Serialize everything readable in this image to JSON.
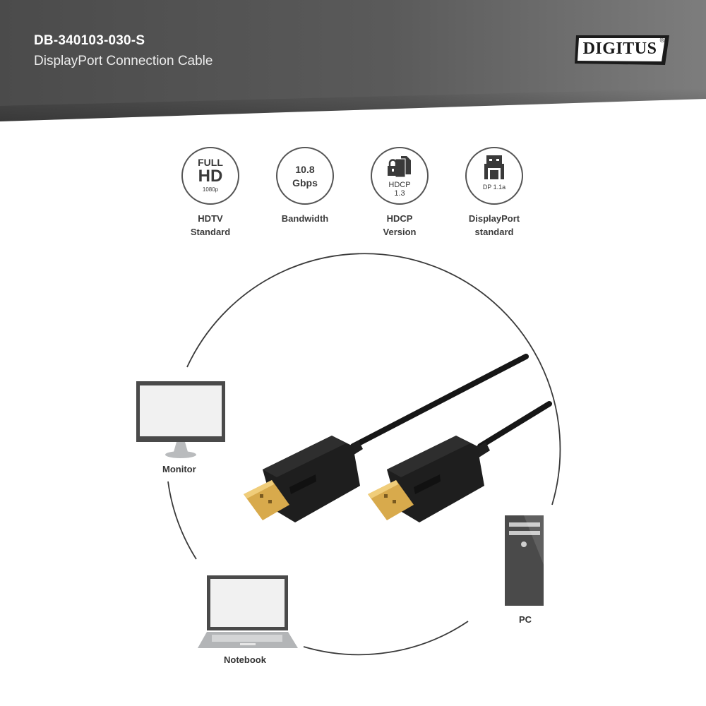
{
  "header": {
    "sku": "DB-340103-030-S",
    "subtitle": "DisplayPort Connection Cable",
    "brand": "DIGITUS",
    "brand_mark": "®",
    "colors": {
      "banner_dark": "#4a4a4a",
      "banner_light": "#7a7a7a"
    }
  },
  "features": [
    {
      "icon": "full-hd-icon",
      "badge_lines": [
        "FULL",
        "HD",
        "1080p"
      ],
      "label_lines": [
        "HDTV",
        "Standard"
      ]
    },
    {
      "icon": "bandwidth-icon",
      "badge_lines": [
        "10.8",
        "Gbps"
      ],
      "label_lines": [
        "Bandwidth"
      ]
    },
    {
      "icon": "hdcp-lock-icon",
      "badge_lines": [
        "HDCP",
        "1.3"
      ],
      "label_lines": [
        "HDCP",
        "Version"
      ]
    },
    {
      "icon": "displayport-connector-icon",
      "badge_lines": [
        "DP 1.1a"
      ],
      "label_lines": [
        "DisplayPort",
        "standard"
      ]
    }
  ],
  "devices": {
    "monitor": "Monitor",
    "notebook": "Notebook",
    "pc": "PC"
  },
  "product": {
    "description": "Black DisplayPort cable with two gold-plated male connectors",
    "connector_color": "#1c1c1c",
    "contact_color": "#d6a84a"
  }
}
